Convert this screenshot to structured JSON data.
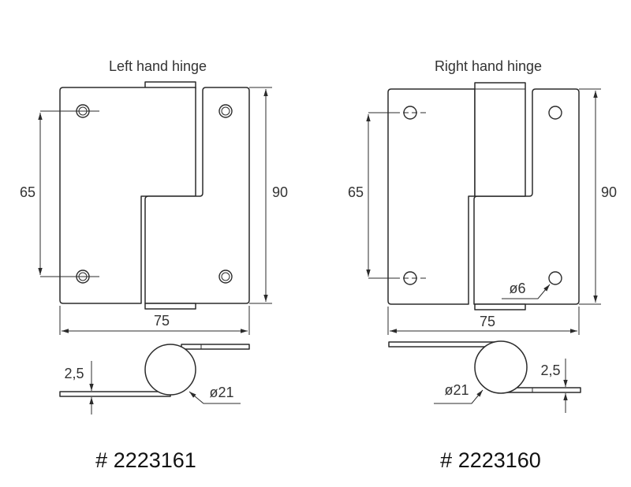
{
  "left": {
    "title": "Left hand hinge",
    "dim_hole_spacing": "65",
    "dim_height": "90",
    "dim_width": "75",
    "dim_thickness": "2,5",
    "dim_knuckle_diameter": "ø21",
    "part_number": "# 2223161"
  },
  "right": {
    "title": "Right hand hinge",
    "dim_hole_spacing": "65",
    "dim_height": "90",
    "dim_width": "75",
    "dim_thickness": "2,5",
    "dim_knuckle_diameter": "ø21",
    "dim_hole_diameter": "ø6",
    "part_number": "# 2223160"
  }
}
